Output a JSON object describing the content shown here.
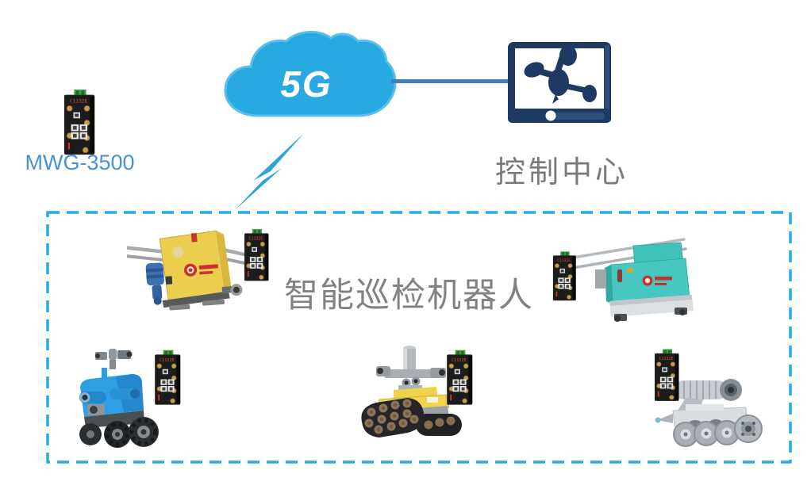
{
  "cloud": {
    "label": "5G"
  },
  "control_center": {
    "label": "控制中心"
  },
  "gateway": {
    "label": "MWG-3500"
  },
  "robot_zone": {
    "label": "智能巡检机器人"
  },
  "icons": {
    "cloud_icon": "5g-cloud",
    "control_center_icon": "monitor-with-network-nodes",
    "link_icon": "lightning-bolt",
    "gateway_icon": "industrial-5g-router",
    "robot_icons": [
      "rail-inspection-robot-yellow",
      "rail-inspection-robot-teal",
      "wheeled-inspection-robot-blue",
      "tracked-inspection-robot-yellow",
      "pipeline-inspection-robot-silver"
    ]
  },
  "colors": {
    "cloud_fill": "#29A9E1",
    "cloud_stroke": "#58BFEB",
    "link_line": "#4A7BB7",
    "monitor_navy": "#1E3A63",
    "dashed_border": "#29ABE2",
    "gateway_label": "#4A90D8",
    "control_center_text": "#7A7A7A",
    "robot_zone_text": "#828282",
    "lightning": "#29A3DC"
  }
}
